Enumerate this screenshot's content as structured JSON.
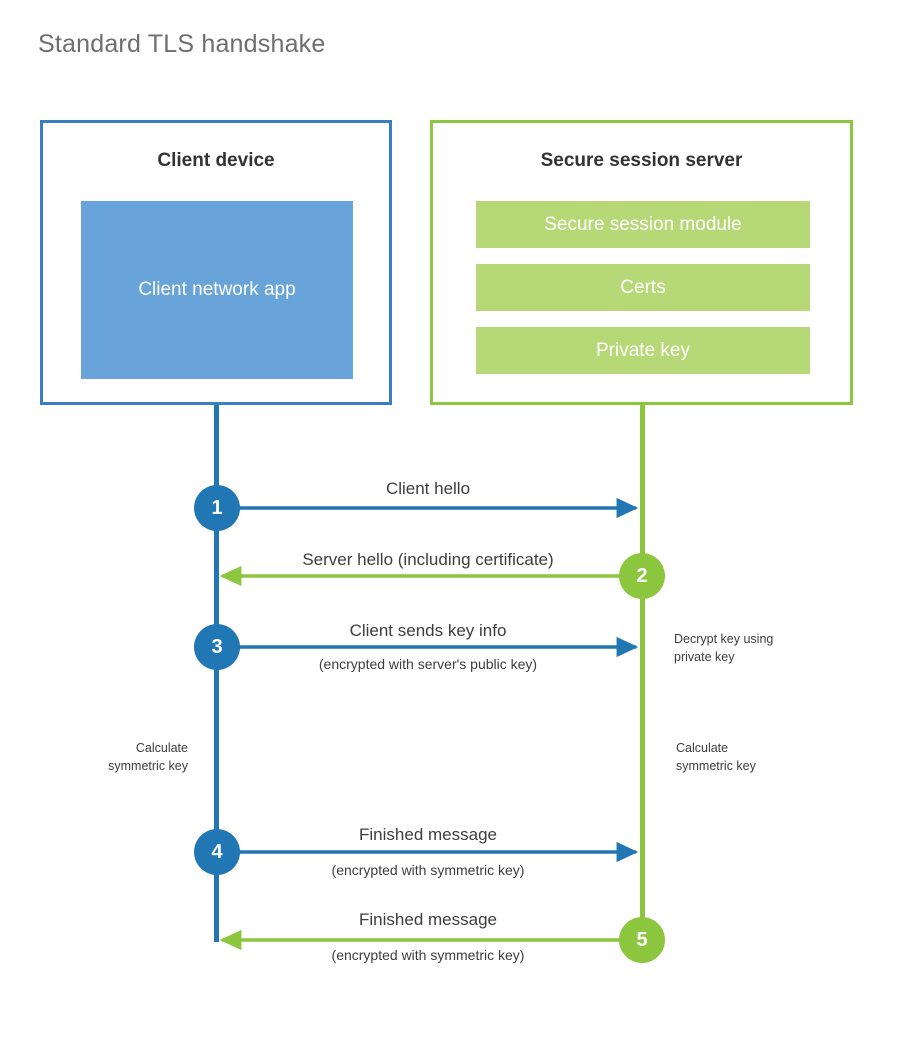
{
  "title": "Standard TLS handshake",
  "colors": {
    "client_border": "#3a7fbf",
    "client_line": "#2077b4",
    "client_block": "#68a3da",
    "server_border": "#8cc63e",
    "server_line": "#8cc63e",
    "server_block": "#b7d877",
    "title_text": "#6e6e6e",
    "body_text": "#3d3d3d"
  },
  "client": {
    "title": "Client device",
    "app_label": "Client network app"
  },
  "server": {
    "title": "Secure session server",
    "blocks": [
      {
        "label": "Secure session module"
      },
      {
        "label": "Certs"
      },
      {
        "label": "Private key"
      }
    ]
  },
  "steps": [
    {
      "number": "1",
      "label": "Client hello",
      "sublabel": "",
      "direction": "client-to-server",
      "color": "#2077b4"
    },
    {
      "number": "2",
      "label": "Server hello (including certificate)",
      "sublabel": "",
      "direction": "server-to-client",
      "color": "#8cc63e"
    },
    {
      "number": "3",
      "label": "Client sends key info",
      "sublabel": "(encrypted with server's public key)",
      "direction": "client-to-server",
      "color": "#2077b4"
    },
    {
      "number": "4",
      "label": "Finished message",
      "sublabel": "(encrypted with symmetric key)",
      "direction": "client-to-server",
      "color": "#2077b4"
    },
    {
      "number": "5",
      "label": "Finished message",
      "sublabel": "(encrypted with symmetric key)",
      "direction": "server-to-client",
      "color": "#8cc63e"
    }
  ],
  "annotations": {
    "decrypt_key": "Decrypt key using\nprivate key",
    "client_symmetric": "Calculate\nsymmetric key",
    "server_symmetric": "Calculate\nsymmetric key"
  }
}
